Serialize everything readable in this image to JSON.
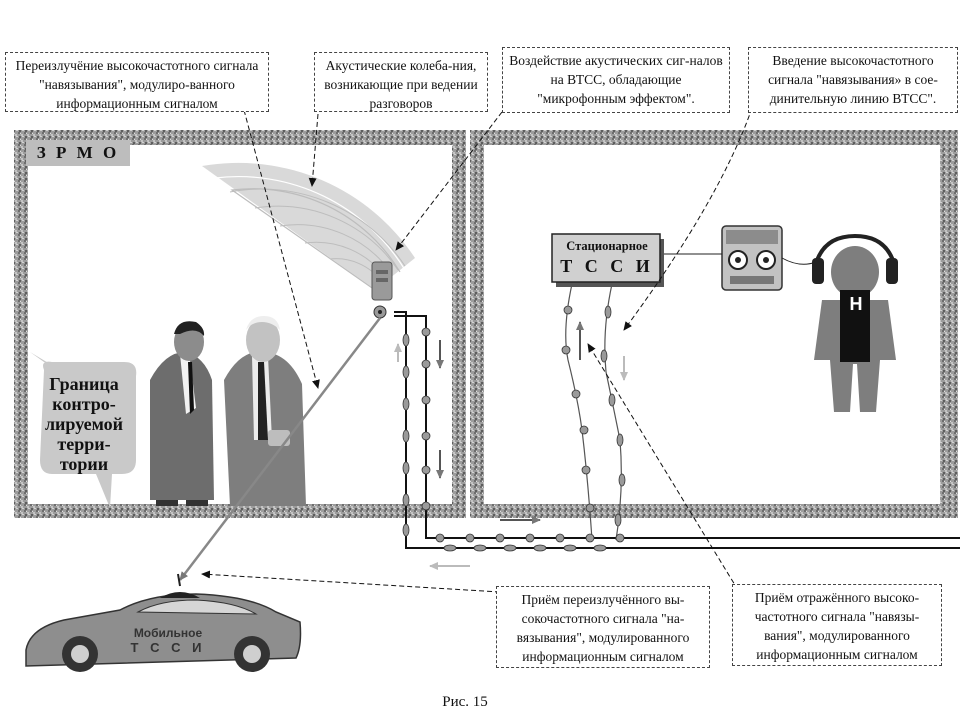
{
  "notes": {
    "reradiation": "Переизлучёние высокочастотного сигнала \"навязывания\", модулиро-ванного информационным сигналом",
    "acoustic": "Акустические колеба-ния, возникающие при ведении разговоров",
    "microphone": "Воздействие акустических сиг-налов на ВТСС, обладающие \"микрофонным эффектом\".",
    "injection": "Введение высокочастотного сигнала \"навязывания» в сое-динительную линию ВТСС\".",
    "reception_reradiated": "Приём переизлучённого вы-сокочастотного сигнала \"на-вязывания\", модулированного информационным сигналом",
    "reception_reflected": "Приём отражённого высоко-частотного сигнала \"навязы-вания\", модулированного информационным сигналом"
  },
  "zone_label": "З Р М О",
  "border_label": "Граница контро-лируемой терри-тории",
  "stationary_tssi": {
    "line1": "Стационарное",
    "line2": "Т С С И"
  },
  "mobile_tssi": {
    "line1": "Мобильное",
    "line2": "Т С С И"
  },
  "person_letter": "Н",
  "caption": "Рис. 15",
  "colors": {
    "noise_wall": "#9a9a9a",
    "zone_label_bg": "#bdbdbd",
    "wave": "#d6d6d6",
    "car": "#8e8e8e"
  }
}
